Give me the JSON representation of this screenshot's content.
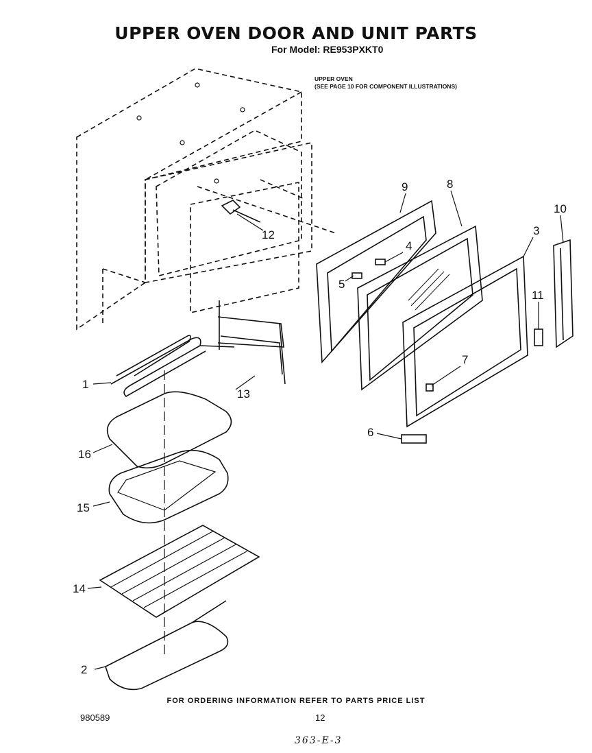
{
  "title": "UPPER OVEN DOOR AND UNIT PARTS",
  "subtitle": "For Model: RE953PXKT0",
  "note": {
    "line1": "UPPER OVEN",
    "line2": "(SEE PAGE 10 FOR COMPONENT ILLUSTRATIONS)"
  },
  "callouts": {
    "c1": "1",
    "c2": "2",
    "c3": "3",
    "c4": "4",
    "c5": "5",
    "c6": "6",
    "c7": "7",
    "c8": "8",
    "c9": "9",
    "c10": "10",
    "c11": "11",
    "c12": "12",
    "c13": "13",
    "c14": "14",
    "c15": "15",
    "c16": "16"
  },
  "footer": "FOR ORDERING INFORMATION REFER TO PARTS PRICE LIST",
  "doc_number": "980589",
  "page_number": "12",
  "handwritten_note": "363-E-3"
}
